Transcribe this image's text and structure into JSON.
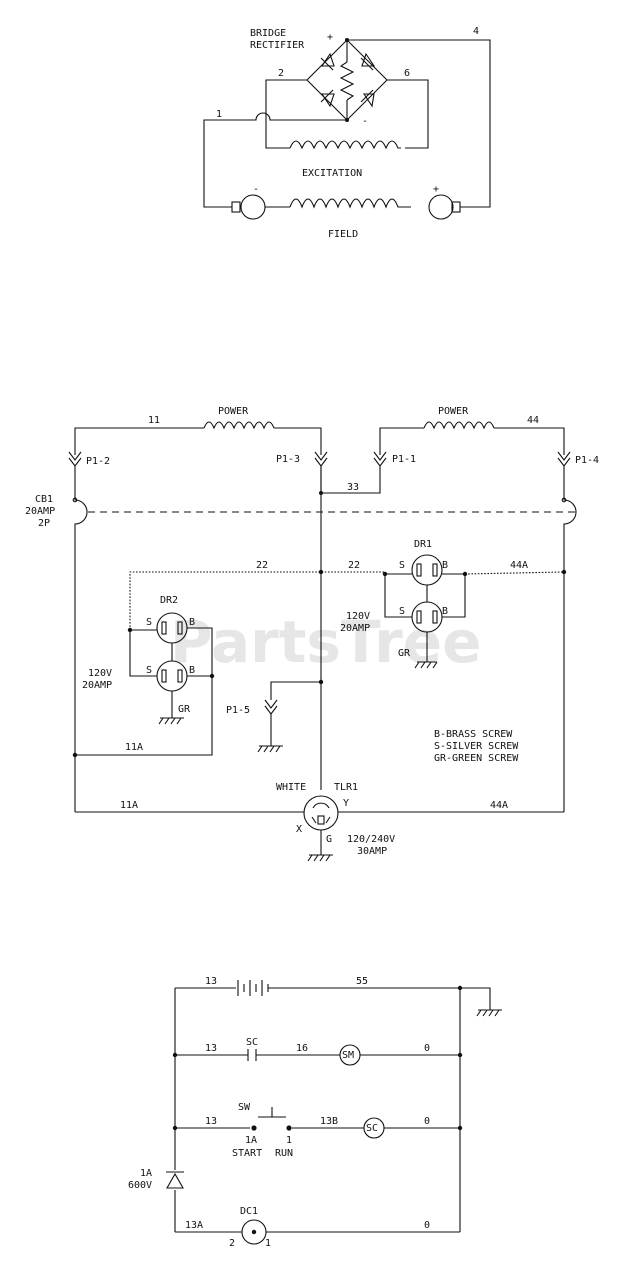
{
  "watermark": "PartsTree",
  "rectifier": {
    "title_line1": "BRIDGE",
    "title_line2": "RECTIFIER",
    "plus": "+",
    "minus": "-",
    "wire_1": "1",
    "wire_2": "2",
    "wire_4": "4",
    "wire_6": "6",
    "excitation_label": "EXCITATION",
    "field_label": "FIELD",
    "field_minus": "-",
    "field_plus": "+"
  },
  "power_circuit": {
    "power_left": "POWER",
    "power_right": "POWER",
    "wire_11": "11",
    "wire_44": "44",
    "wire_33": "33",
    "wire_22_left": "22",
    "wire_22_mid": "22",
    "wire_44a_top": "44A",
    "wire_11a_left": "11A",
    "wire_11a_bottom": "11A",
    "wire_44a_bottom": "44A",
    "p1_2": "P1-2",
    "p1_3": "P1-3",
    "p1_1": "P1-1",
    "p1_4": "P1-4",
    "p1_5": "P1-5",
    "cb1_line1": "CB1",
    "cb1_line2": "20AMP",
    "cb1_line3": "2P",
    "dr1_label": "DR1",
    "dr2_label": "DR2",
    "dr1_rating_line1": "120V",
    "dr1_rating_line2": "20AMP",
    "dr2_rating_line1": "120V",
    "dr2_rating_line2": "20AMP",
    "s": "S",
    "b": "B",
    "gr": "GR",
    "legend": [
      "B-BRASS SCREW",
      "S-SILVER SCREW",
      "GR-GREEN SCREW"
    ],
    "white": "WHITE",
    "tlr1": "TLR1",
    "y": "Y",
    "x": "X",
    "g": "G",
    "tlr_rating_line1": "120/240V",
    "tlr_rating_line2": "30AMP"
  },
  "control_circuit": {
    "wire_13_a": "13",
    "wire_55": "55",
    "wire_13_b": "13",
    "sc_contact": "SC",
    "wire_16": "16",
    "sm": "SM",
    "wire_0_a": "0",
    "sw": "SW",
    "wire_13_c": "13",
    "wire_13b": "13B",
    "sc_coil": "SC",
    "wire_0_b": "0",
    "term_1a": "1A",
    "term_1": "1",
    "start": "START",
    "run": "RUN",
    "diode_line1": "1A",
    "diode_line2": "600V",
    "wire_13a": "13A",
    "dc1": "DC1",
    "wire_0_c": "0",
    "dc_2": "2",
    "dc_1": "1"
  }
}
